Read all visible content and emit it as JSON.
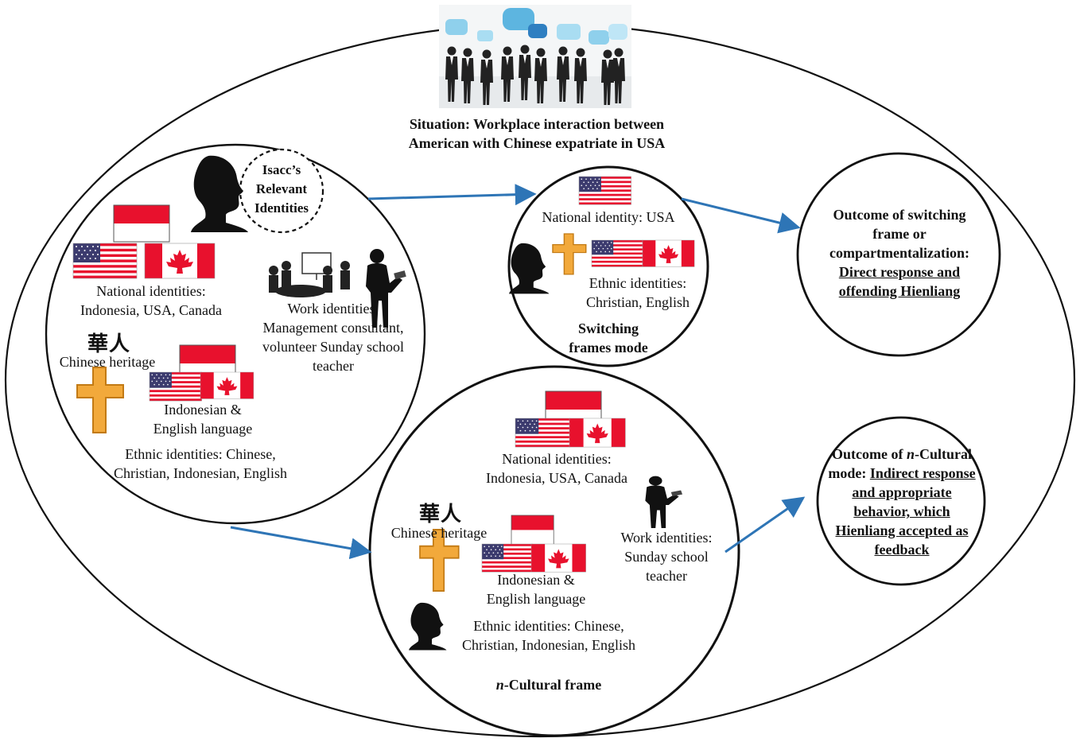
{
  "situation": {
    "line1": "Situation: Workplace interaction between",
    "line2": "American with Chinese expatriate in USA"
  },
  "isacc": {
    "badge": [
      "Isacc’s",
      "Relevant",
      "Identities"
    ],
    "national_label": "National identities:",
    "national_values": "Indonesia, USA, Canada",
    "heritage_glyph": "華人",
    "heritage_label": "Chinese heritage",
    "work_label": "Work identities:",
    "work_line1": "Management consultant,",
    "work_line2": "volunteer Sunday school",
    "work_line3": "teacher",
    "language_line1": "Indonesian &",
    "language_line2": "English language",
    "ethnic_line1": "Ethnic identities: Chinese,",
    "ethnic_line2": "Christian, Indonesian, English"
  },
  "switching": {
    "national": "National identity: USA",
    "ethnic_line1": "Ethnic identities:",
    "ethnic_line2": "Christian, English",
    "mode_line1": "Switching",
    "mode_line2": "frames mode"
  },
  "ncultural": {
    "national_label": "National identities:",
    "national_values": "Indonesia, USA, Canada",
    "heritage_glyph": "華人",
    "heritage_label": "Chinese heritage",
    "work_line1": "Work identities:",
    "work_line2": "Sunday school",
    "work_line3": "teacher",
    "language_line1": "Indonesian &",
    "language_line2": "English language",
    "ethnic_line1": "Ethnic identities: Chinese,",
    "ethnic_line2": "Christian, Indonesian, English",
    "frame_italic": "n",
    "frame_rest": "-Cultural frame"
  },
  "outcome_switching": {
    "line1": "Outcome of switching",
    "line2": "frame or",
    "line3": "compartmentalization:",
    "line4": "Direct response and",
    "line5": "offending Hienliang"
  },
  "outcome_ncultural": {
    "line1a": "Outcome of ",
    "line1b": "n",
    "line1c": "-Cultural",
    "line2a": "mode: ",
    "line2b": "Indirect response",
    "line3": "and appropriate",
    "line4": "behavior, which",
    "line5": "Hienliang accepted as",
    "line6": "feedback"
  },
  "colors": {
    "arrow": "#2E75B6",
    "flag_red": "#E8112D",
    "flag_blue": "#3C3B6E",
    "cross": "#F2A93B",
    "silhouette": "#111111"
  },
  "icons": [
    "speech-bubbles-icon",
    "business-people-icon",
    "head-silhouette-icon",
    "meeting-icon",
    "presenter-icon",
    "indonesia-flag-icon",
    "usa-flag-icon",
    "canada-flag-icon",
    "cross-icon"
  ]
}
